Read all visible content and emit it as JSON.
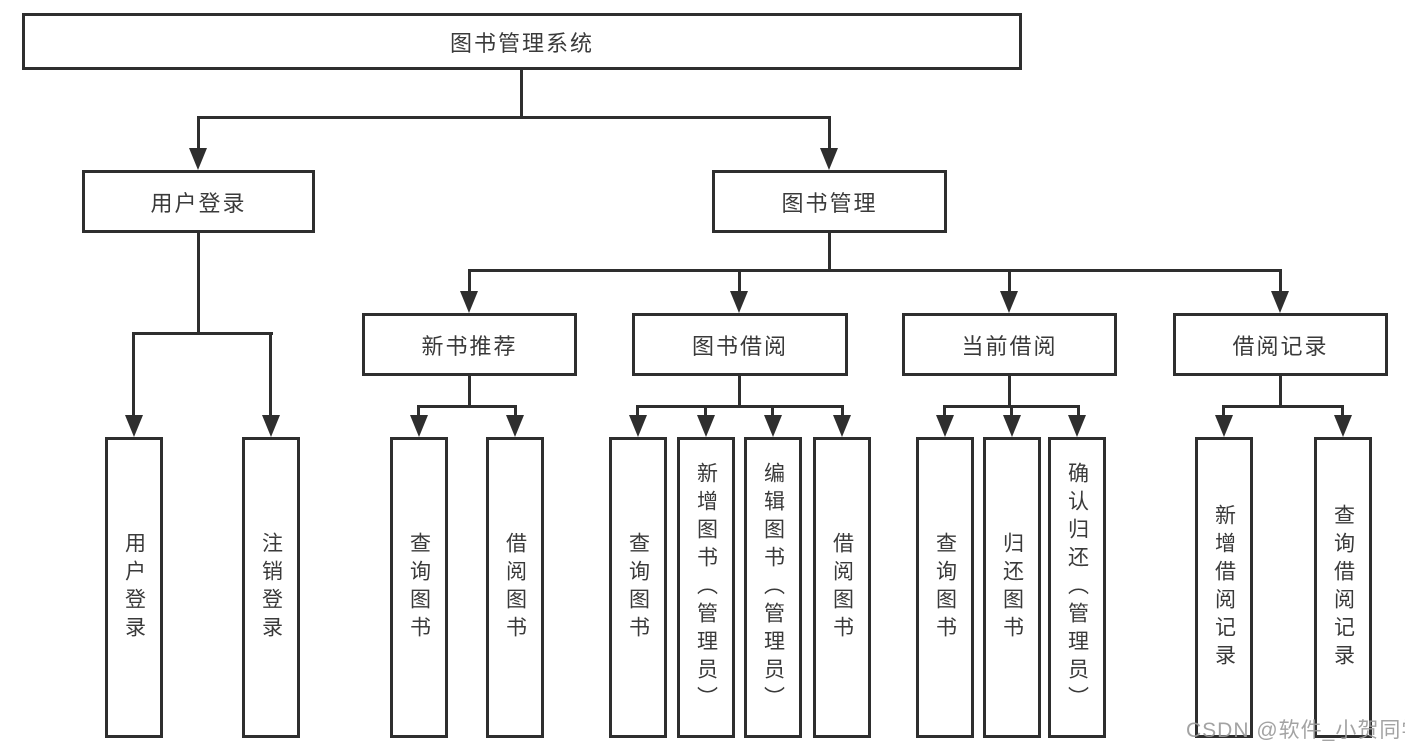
{
  "diagram": {
    "title": "图书管理系统",
    "branches": [
      {
        "label": "用户登录",
        "children": [
          {
            "label": "用户登录"
          },
          {
            "label": "注销登录"
          }
        ]
      },
      {
        "label": "图书管理",
        "children": [
          {
            "label": "新书推荐",
            "children": [
              {
                "label": "查询图书"
              },
              {
                "label": "借阅图书"
              }
            ]
          },
          {
            "label": "图书借阅",
            "children": [
              {
                "label": "查询图书"
              },
              {
                "label": "新增图书（管理员）"
              },
              {
                "label": "编辑图书（管理员）"
              },
              {
                "label": "借阅图书"
              }
            ]
          },
          {
            "label": "当前借阅",
            "children": [
              {
                "label": "查询图书"
              },
              {
                "label": "归还图书"
              },
              {
                "label": "确认归还（管理员）"
              }
            ]
          },
          {
            "label": "借阅记录",
            "children": [
              {
                "label": "新增借阅记录"
              },
              {
                "label": "查询借阅记录"
              }
            ]
          }
        ]
      }
    ]
  },
  "watermark": {
    "text": "CSDN @软件_小贺同学"
  },
  "colors": {
    "line": "#2e2e2e",
    "text": "#3a3a3a",
    "watermark": "#9b9b9b",
    "background": "#ffffff"
  }
}
